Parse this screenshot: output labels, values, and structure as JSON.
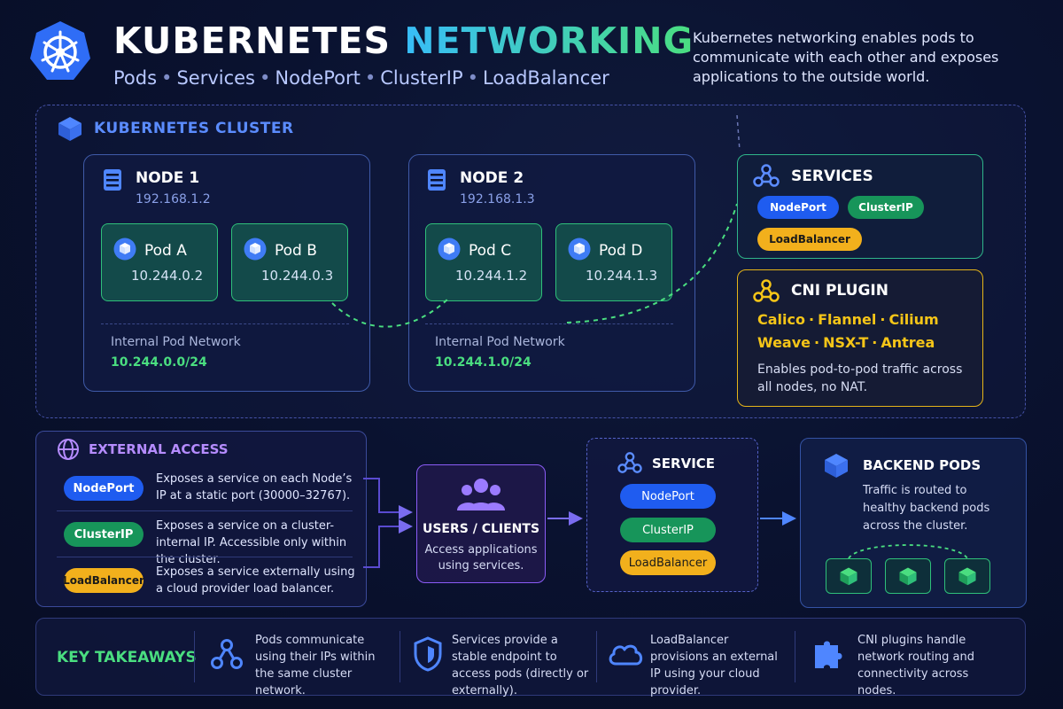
{
  "header": {
    "title_part1": "KUBERNETES ",
    "title_part2": "NETWORKING",
    "subtitle": [
      "Pods",
      "Services",
      "NodePort",
      "ClusterIP",
      "LoadBalancer"
    ],
    "subtitle_sep": "•",
    "intro": "Kubernetes networking enables pods to communicate with each other and exposes applications to the outside world."
  },
  "cluster": {
    "label": "KUBERNETES CLUSTER",
    "nodes": [
      {
        "title": "NODE 1",
        "ip": "192.168.1.2",
        "pods": [
          {
            "name": "Pod A",
            "ip": "10.244.0.2"
          },
          {
            "name": "Pod B",
            "ip": "10.244.0.3"
          }
        ],
        "network_label": "Internal Pod Network",
        "network_cidr": "10.244.0.0/24"
      },
      {
        "title": "NODE 2",
        "ip": "192.168.1.3",
        "pods": [
          {
            "name": "Pod C",
            "ip": "10.244.1.2"
          },
          {
            "name": "Pod D",
            "ip": "10.244.1.3"
          }
        ],
        "network_label": "Internal Pod Network",
        "network_cidr": "10.244.1.0/24"
      }
    ],
    "services": {
      "title": "SERVICES",
      "types": [
        "NodePort",
        "ClusterIP",
        "LoadBalancer"
      ]
    },
    "cni": {
      "title": "CNI PLUGIN",
      "plugins_row1": [
        "Calico",
        "Flannel",
        "Cilium"
      ],
      "plugins_row2": [
        "Weave",
        "NSX-T",
        "Antrea"
      ],
      "sep": "·",
      "description": "Enables pod-to-pod traffic across all nodes, no NAT."
    }
  },
  "external_access": {
    "title": "EXTERNAL ACCESS",
    "items": [
      {
        "label": "NodePort",
        "description": "Exposes a service on each Node’s IP at a static port (30000–32767)."
      },
      {
        "label": "ClusterIP",
        "description": "Exposes a service on a cluster-internal IP. Accessible only within the cluster."
      },
      {
        "label": "LoadBalancer",
        "description": "Exposes a service externally using a cloud provider load balancer."
      }
    ]
  },
  "users": {
    "title": "USERS / CLIENTS",
    "description": "Access applications using services."
  },
  "service_box": {
    "title": "SERVICE",
    "types": [
      "NodePort",
      "ClusterIP",
      "LoadBalancer"
    ]
  },
  "backend": {
    "title": "BACKEND PODS",
    "description": "Traffic is routed to healthy backend pods across the cluster."
  },
  "takeaways": {
    "title": "KEY TAKEAWAYS",
    "items": [
      {
        "icon": "network-nodes-icon",
        "text": "Pods communicate using their IPs within the same cluster network."
      },
      {
        "icon": "shield-icon",
        "text": "Services provide a stable endpoint to access pods (directly or externally)."
      },
      {
        "icon": "cloud-icon",
        "text": "LoadBalancer provisions an external IP using your cloud provider."
      },
      {
        "icon": "puzzle-icon",
        "text": "CNI plugins handle network routing and connectivity across nodes."
      }
    ]
  },
  "colors": {
    "accent_blue": "#1f5cf0",
    "accent_green": "#17955a",
    "accent_yellow": "#f2b01c",
    "accent_purple": "#8b5cf6",
    "background": "#0a1230"
  }
}
